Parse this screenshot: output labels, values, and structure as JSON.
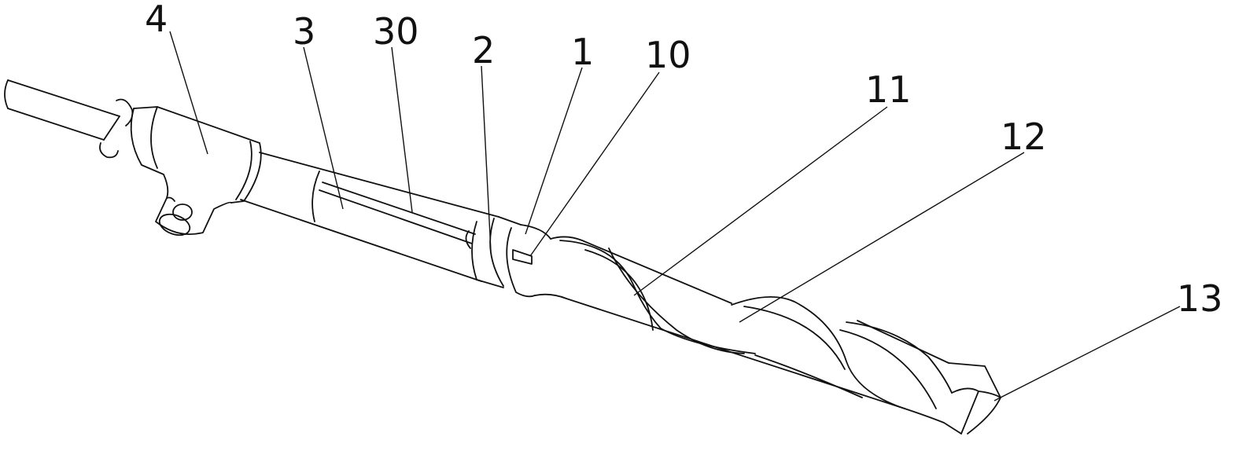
{
  "figure": {
    "callouts": [
      {
        "id": "4",
        "text": "4"
      },
      {
        "id": "3",
        "text": "3"
      },
      {
        "id": "30",
        "text": "30"
      },
      {
        "id": "2",
        "text": "2"
      },
      {
        "id": "1",
        "text": "1"
      },
      {
        "id": "10",
        "text": "10"
      },
      {
        "id": "11",
        "text": "11"
      },
      {
        "id": "12",
        "text": "12"
      },
      {
        "id": "13",
        "text": "13"
      }
    ]
  }
}
